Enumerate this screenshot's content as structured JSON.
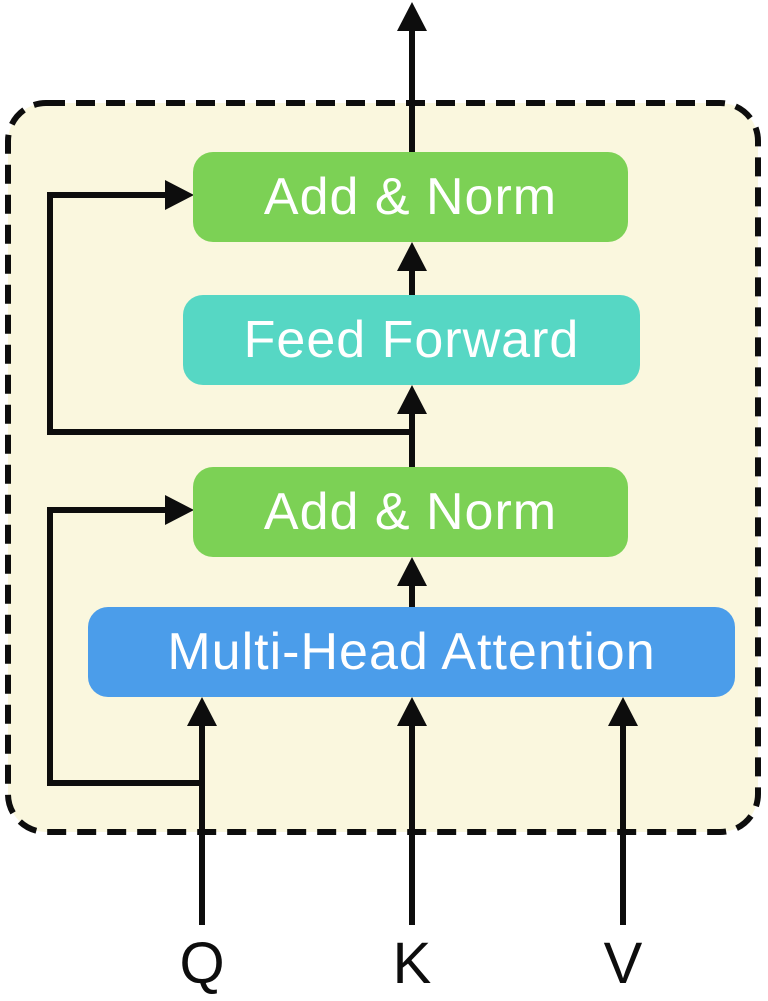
{
  "diagram": {
    "name": "transformer-encoder-block",
    "blocks": {
      "add_norm_top": {
        "label": "Add & Norm",
        "color": "#7CD155"
      },
      "feed_forward": {
        "label": "Feed Forward",
        "color": "#56D7C4"
      },
      "add_norm_bottom": {
        "label": "Add & Norm",
        "color": "#7CD155"
      },
      "multi_head_attention": {
        "label": "Multi-Head Attention",
        "color": "#4B9DEA"
      }
    },
    "inputs": {
      "q": {
        "label": "Q"
      },
      "k": {
        "label": "K"
      },
      "v": {
        "label": "V"
      }
    },
    "colors": {
      "page_background": "#FFFFFF",
      "container_fill": "#FAF7DE",
      "container_border": "#0D0D0D",
      "line": "#0D0D0D",
      "block_text": "#FFFFFF",
      "input_text": "#0D0D0D"
    }
  }
}
